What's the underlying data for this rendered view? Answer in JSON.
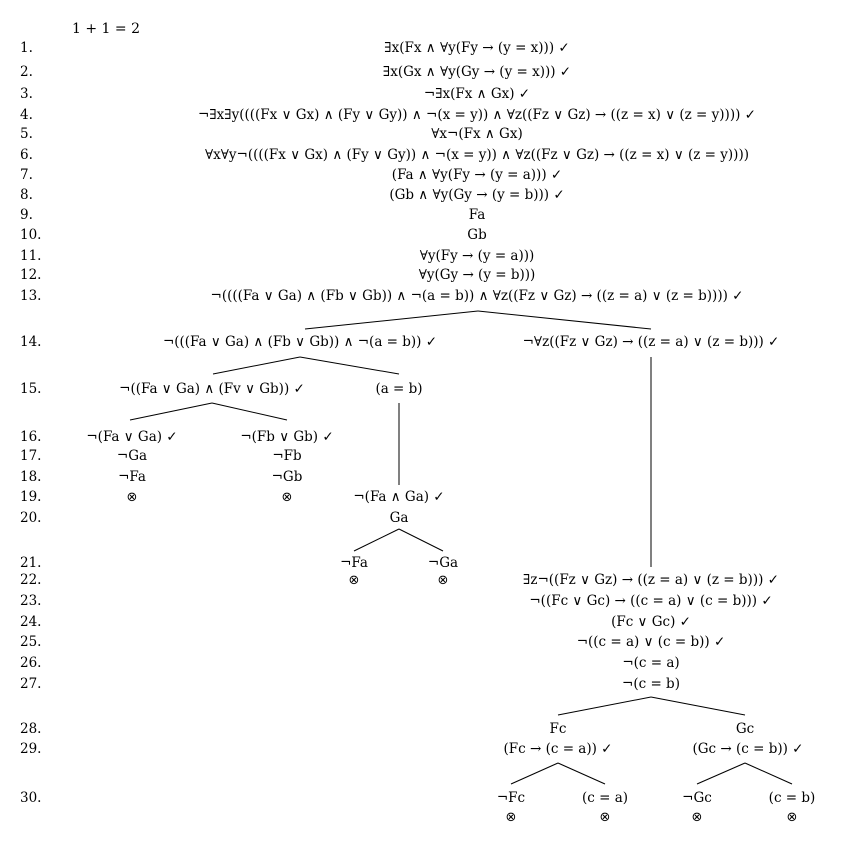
{
  "title": "1 + 1 = 2",
  "closed_mark": "⊗",
  "line_numbers": [
    "1.",
    "2.",
    "3.",
    "4.",
    "5.",
    "6.",
    "7.",
    "8.",
    "9.",
    "10.",
    "11.",
    "12.",
    "13.",
    "14.",
    "15.",
    "16.",
    "17.",
    "18.",
    "19.",
    "20.",
    "21.",
    "22.",
    "23.",
    "24.",
    "25.",
    "26.",
    "27.",
    "28.",
    "29.",
    "30."
  ],
  "trunk": [
    "∃x(Fx ∧ ∀y(Fy → (y = x))) ✓",
    "∃x(Gx ∧ ∀y(Gy → (y = x))) ✓",
    "¬∃x(Fx ∧ Gx) ✓",
    "¬∃x∃y((((Fx ∨ Gx) ∧ (Fy ∨ Gy)) ∧ ¬(x = y)) ∧ ∀z((Fz ∨ Gz) → ((z = x) ∨ (z = y)))) ✓",
    "∀x¬(Fx ∧ Gx)",
    "∀x∀y¬((((Fx ∨ Gx) ∧ (Fy ∨ Gy)) ∧ ¬(x = y)) ∧ ∀z((Fz ∨ Gz) → ((z = x) ∨ (z = y))))",
    "(Fa ∧ ∀y(Fy → (y = a))) ✓",
    "(Gb ∧ ∀y(Gy → (y = b))) ✓",
    "Fa",
    "Gb",
    "∀y(Fy → (y = a)))",
    "∀y(Gy → (y = b)))",
    "¬((((Fa ∨ Ga) ∧ (Fb ∨ Gb)) ∧ ¬(a = b)) ∧ ∀z((Fz ∨ Gz) → ((z = a) ∨ (z = b)))) ✓"
  ],
  "left": {
    "l14": "¬(((Fa ∨ Ga) ∧ (Fb ∨ Gb)) ∧ ¬(a = b)) ✓",
    "l15a": "¬((Fa ∨ Ga) ∧ (Fv ∨ Gb)) ✓",
    "l15b": "(a = b)",
    "l16a": "¬(Fa ∨ Ga) ✓",
    "l16b": "¬(Fb ∨ Gb) ✓",
    "l17a": "¬Ga",
    "l17b": "¬Fb",
    "l18a": "¬Fa",
    "l18b": "¬Gb",
    "l19": "¬(Fa ∧ Ga) ✓",
    "l20": "Ga",
    "l21a": "¬Fa",
    "l21b": "¬Ga"
  },
  "right": {
    "l14": "¬∀z((Fz ∨ Gz) → ((z = a) ∨ (z = b))) ✓",
    "l22": "∃z¬((Fz ∨ Gz) → ((z = a) ∨ (z = b))) ✓",
    "l23": "¬((Fc ∨ Gc) → ((c = a) ∨ (c = b))) ✓",
    "l24": "(Fc ∨ Gc) ✓",
    "l25": "¬((c = a) ∨ (c = b)) ✓",
    "l26": "¬(c = a)",
    "l27": "¬(c = b)",
    "l28a": "Fc",
    "l28b": "Gc",
    "l29a": "(Fc → (c = a)) ✓",
    "l29b": "(Gc → (c = b)) ✓",
    "l30a": "¬Fc",
    "l30b": "(c = a)",
    "l30c": "¬Gc",
    "l30d": "(c = b)"
  }
}
